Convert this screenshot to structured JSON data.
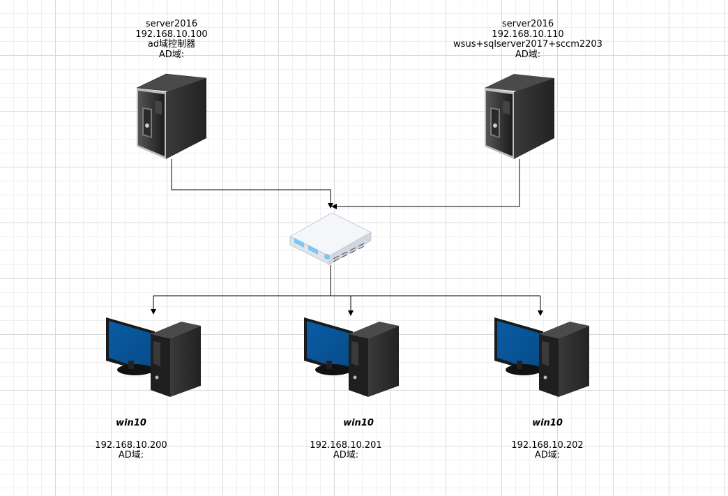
{
  "servers": [
    {
      "os": "server2016",
      "ip": "192.168.10.100",
      "role": "ad域控制器",
      "domain": "AD域:"
    },
    {
      "os": "server2016",
      "ip": "192.168.10.110",
      "role": "wsus+sqlserver2017+sccm2203",
      "domain": "AD域:"
    }
  ],
  "clients": [
    {
      "os": "win10",
      "ip": "192.168.10.200",
      "domain": "AD域:"
    },
    {
      "os": "win10",
      "ip": "192.168.10.201",
      "domain": "AD域:"
    },
    {
      "os": "win10",
      "ip": "192.168.10.202",
      "domain": "AD域:"
    }
  ],
  "colors": {
    "connector": "#000000",
    "server_body": "#2d2d2d",
    "screen": "#0b5c9e",
    "switch": "#e9ebf1"
  }
}
